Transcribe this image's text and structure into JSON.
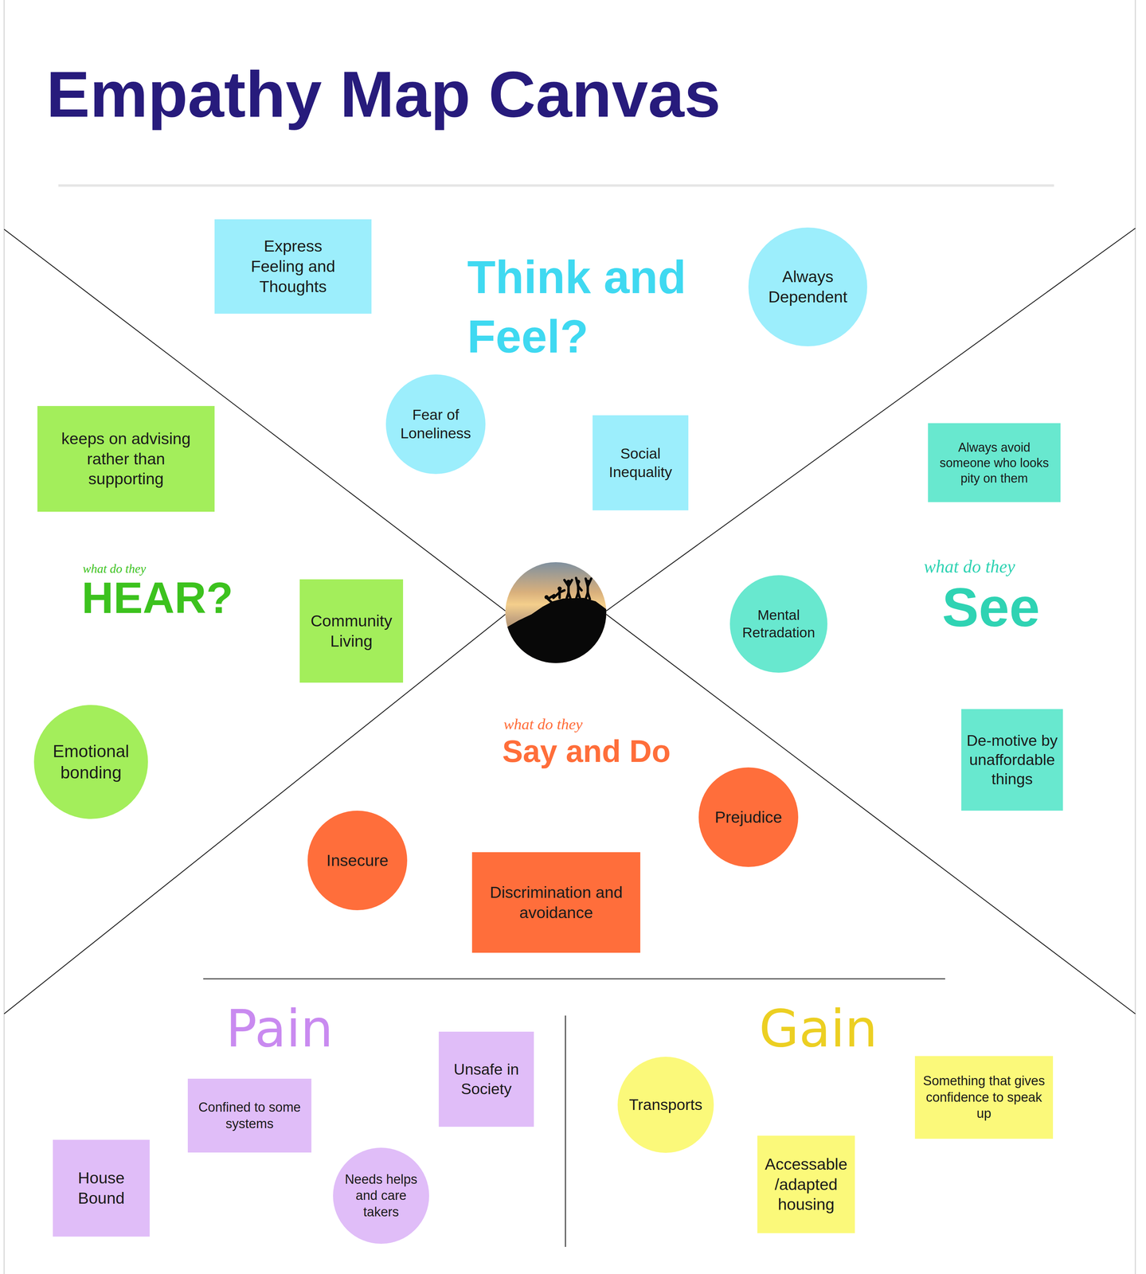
{
  "diagram": {
    "title": "Empathy Map Canvas",
    "nodes": [
      {
        "text": [
          "Express Feeling and Thoughts"
        ]
      },
      {
        "text": [
          "Always Dependent"
        ]
      },
      {
        "text": [
          "keeps on advising rather than supporting"
        ]
      },
      {
        "text": [
          "Fear of Loneliness"
        ]
      },
      {
        "text": [
          "Social Inequality"
        ]
      },
      {
        "text": [
          "Always avoid someone who looks pity on them"
        ]
      },
      {
        "text": [
          "Community Living"
        ]
      },
      {
        "text": [
          "Mental Retradation"
        ]
      },
      {
        "text": [
          "Emotional bonding"
        ]
      },
      {
        "text": [
          "De-motive by unaffordable things"
        ]
      },
      {
        "text": [
          "Prejudice"
        ]
      },
      {
        "text": [
          "Insecure"
        ]
      },
      {
        "text": [
          "Discrimination and avoidance"
        ]
      },
      {
        "text": [
          "Unsafe in Society"
        ]
      },
      {
        "text": [
          "Confined to some systems"
        ]
      },
      {
        "text": [
          "House Bound"
        ]
      },
      {
        "text": [
          "Needs helps and care takers"
        ]
      },
      {
        "text": [
          "Transports"
        ]
      },
      {
        "text": [
          "Something that gives confidence to speak up"
        ]
      },
      {
        "text": [
          "Accessable /adapted housing"
        ]
      }
    ],
    "labels": [
      "Think and Feel?",
      "what do they",
      "HEAR?",
      "what do they",
      "See",
      "what do they",
      "Say and Do",
      "Pain",
      "Gain"
    ]
  }
}
